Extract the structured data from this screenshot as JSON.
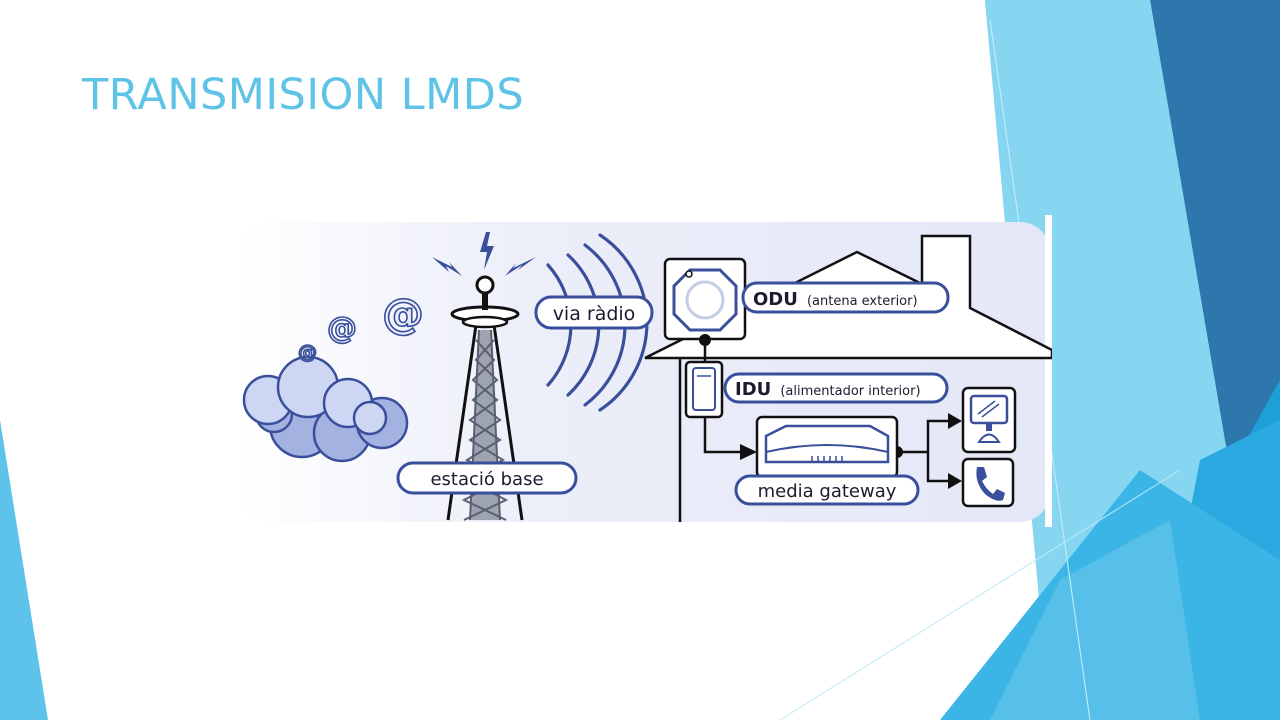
{
  "slide": {
    "title": "TRANSMISION LMDS"
  },
  "diagram": {
    "labels": {
      "via_radio": "via ràdio",
      "estacio_base": "estació base",
      "odu_main": "ODU",
      "odu_detail": "(antena exterior)",
      "idu_main": "IDU",
      "idu_detail": "(alimentador interior)",
      "media_gateway": "media gateway"
    },
    "colors": {
      "accent_blue": "#3a4f9c",
      "light_blue_bg": "#e6e9f7",
      "cloud_fill": "#c8d2f0",
      "title_blue": "#5ec3e6"
    }
  }
}
